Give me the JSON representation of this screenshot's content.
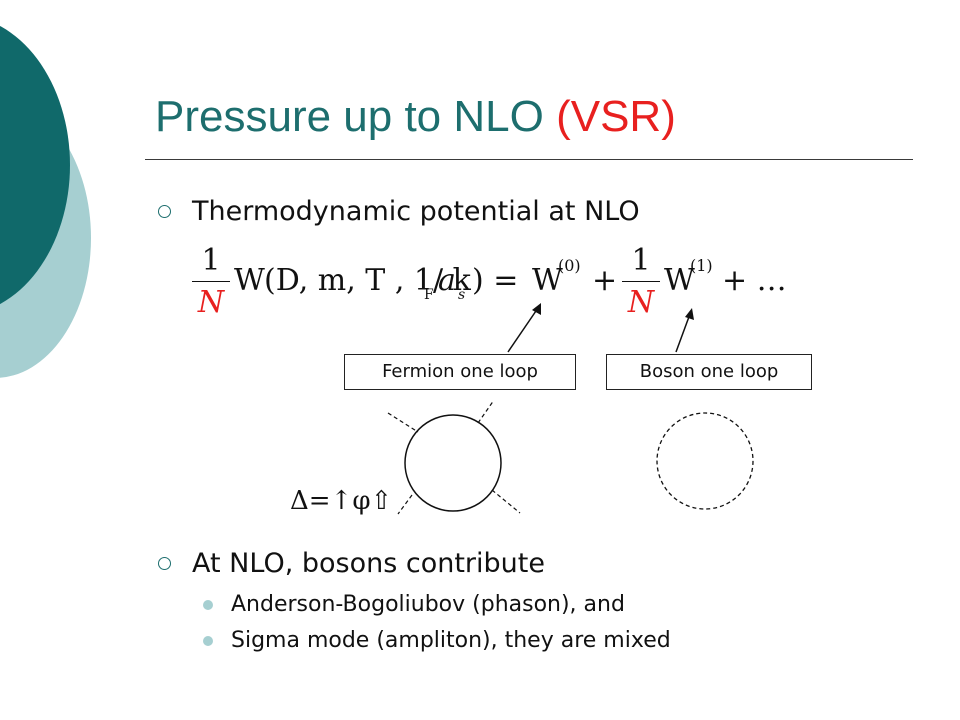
{
  "slide": {
    "title_main": "Pressure up to NLO ",
    "title_accent": "(VSR)"
  },
  "bullets": [
    {
      "text": "Thermodynamic potential at NLO"
    },
    {
      "text": "At NLO, bosons contribute"
    }
  ],
  "sub_bullets": [
    {
      "text": "Anderson-Bogoliubov (phason), and"
    },
    {
      "text": "Sigma mode (ampliton), they are mixed"
    }
  ],
  "formula": {
    "frac_num": "1",
    "frac_den": "N",
    "omega": "W",
    "args": "(D, m, T , 1/ k",
    "kf_sub": "F",
    "a": "a",
    "as_sub": "s",
    "close_eq": ") =",
    "term0": "W",
    "sup0": "(0)",
    "plus": "+",
    "frac2_num": "1",
    "frac2_den": "N",
    "term1": "W",
    "sup1": "(1)",
    "tail": "+ …"
  },
  "labels": {
    "fermion": "Fermion one loop",
    "boson": "Boson one loop"
  },
  "diagram": {
    "delta_eq": "Δ=↑φ⇧"
  },
  "colors": {
    "teal": "#1d6e6e",
    "light_teal": "#a6cfd1",
    "red": "#e8201f"
  }
}
